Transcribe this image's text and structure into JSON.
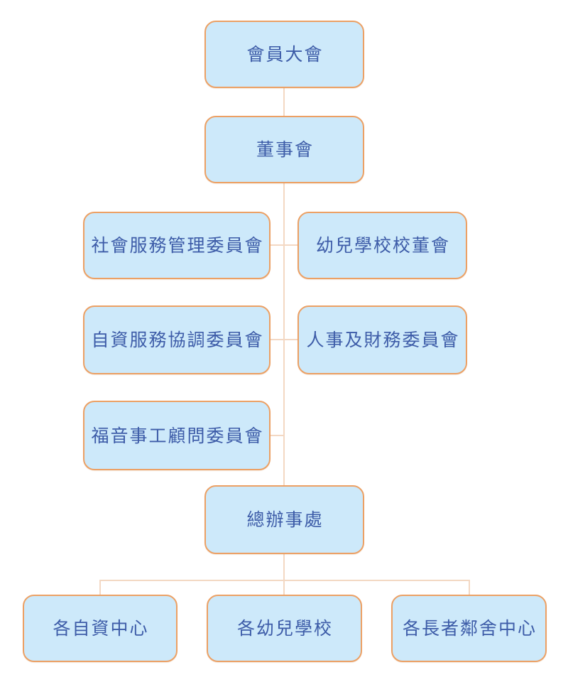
{
  "chart": {
    "type": "org-chart",
    "nodes": {
      "members_assembly": {
        "label": "會員大會"
      },
      "board": {
        "label": "董事會"
      },
      "social_service_committee": {
        "label": "社會服務管理委員會"
      },
      "nursery_school_board": {
        "label": "幼兒學校校董會"
      },
      "self_financed_coordination_committee": {
        "label": "自資服務協調委員會"
      },
      "personnel_finance_committee": {
        "label": "人事及財務委員會"
      },
      "gospel_ministry_advisory_committee": {
        "label": "福音事工顧問委員會"
      },
      "head_office": {
        "label": "總辦事處"
      },
      "self_financed_centres": {
        "label": "各自資中心"
      },
      "nursery_schools": {
        "label": "各幼兒學校"
      },
      "elderly_neighbourhood_centres": {
        "label": "各長者鄰舍中心"
      }
    },
    "edges": [
      {
        "from": "members_assembly",
        "to": "board"
      },
      {
        "from": "board",
        "to": "social_service_committee"
      },
      {
        "from": "board",
        "to": "nursery_school_board"
      },
      {
        "from": "board",
        "to": "self_financed_coordination_committee"
      },
      {
        "from": "board",
        "to": "personnel_finance_committee"
      },
      {
        "from": "board",
        "to": "gospel_ministry_advisory_committee"
      },
      {
        "from": "board",
        "to": "head_office"
      },
      {
        "from": "head_office",
        "to": "self_financed_centres"
      },
      {
        "from": "head_office",
        "to": "nursery_schools"
      },
      {
        "from": "head_office",
        "to": "elderly_neighbourhood_centres"
      }
    ],
    "colors": {
      "box_fill": "#CDE9FA",
      "box_border": "#ECA064",
      "text": "#3D5CA8",
      "connector": "#F3D8C3",
      "background": "#FFFFFF"
    }
  }
}
